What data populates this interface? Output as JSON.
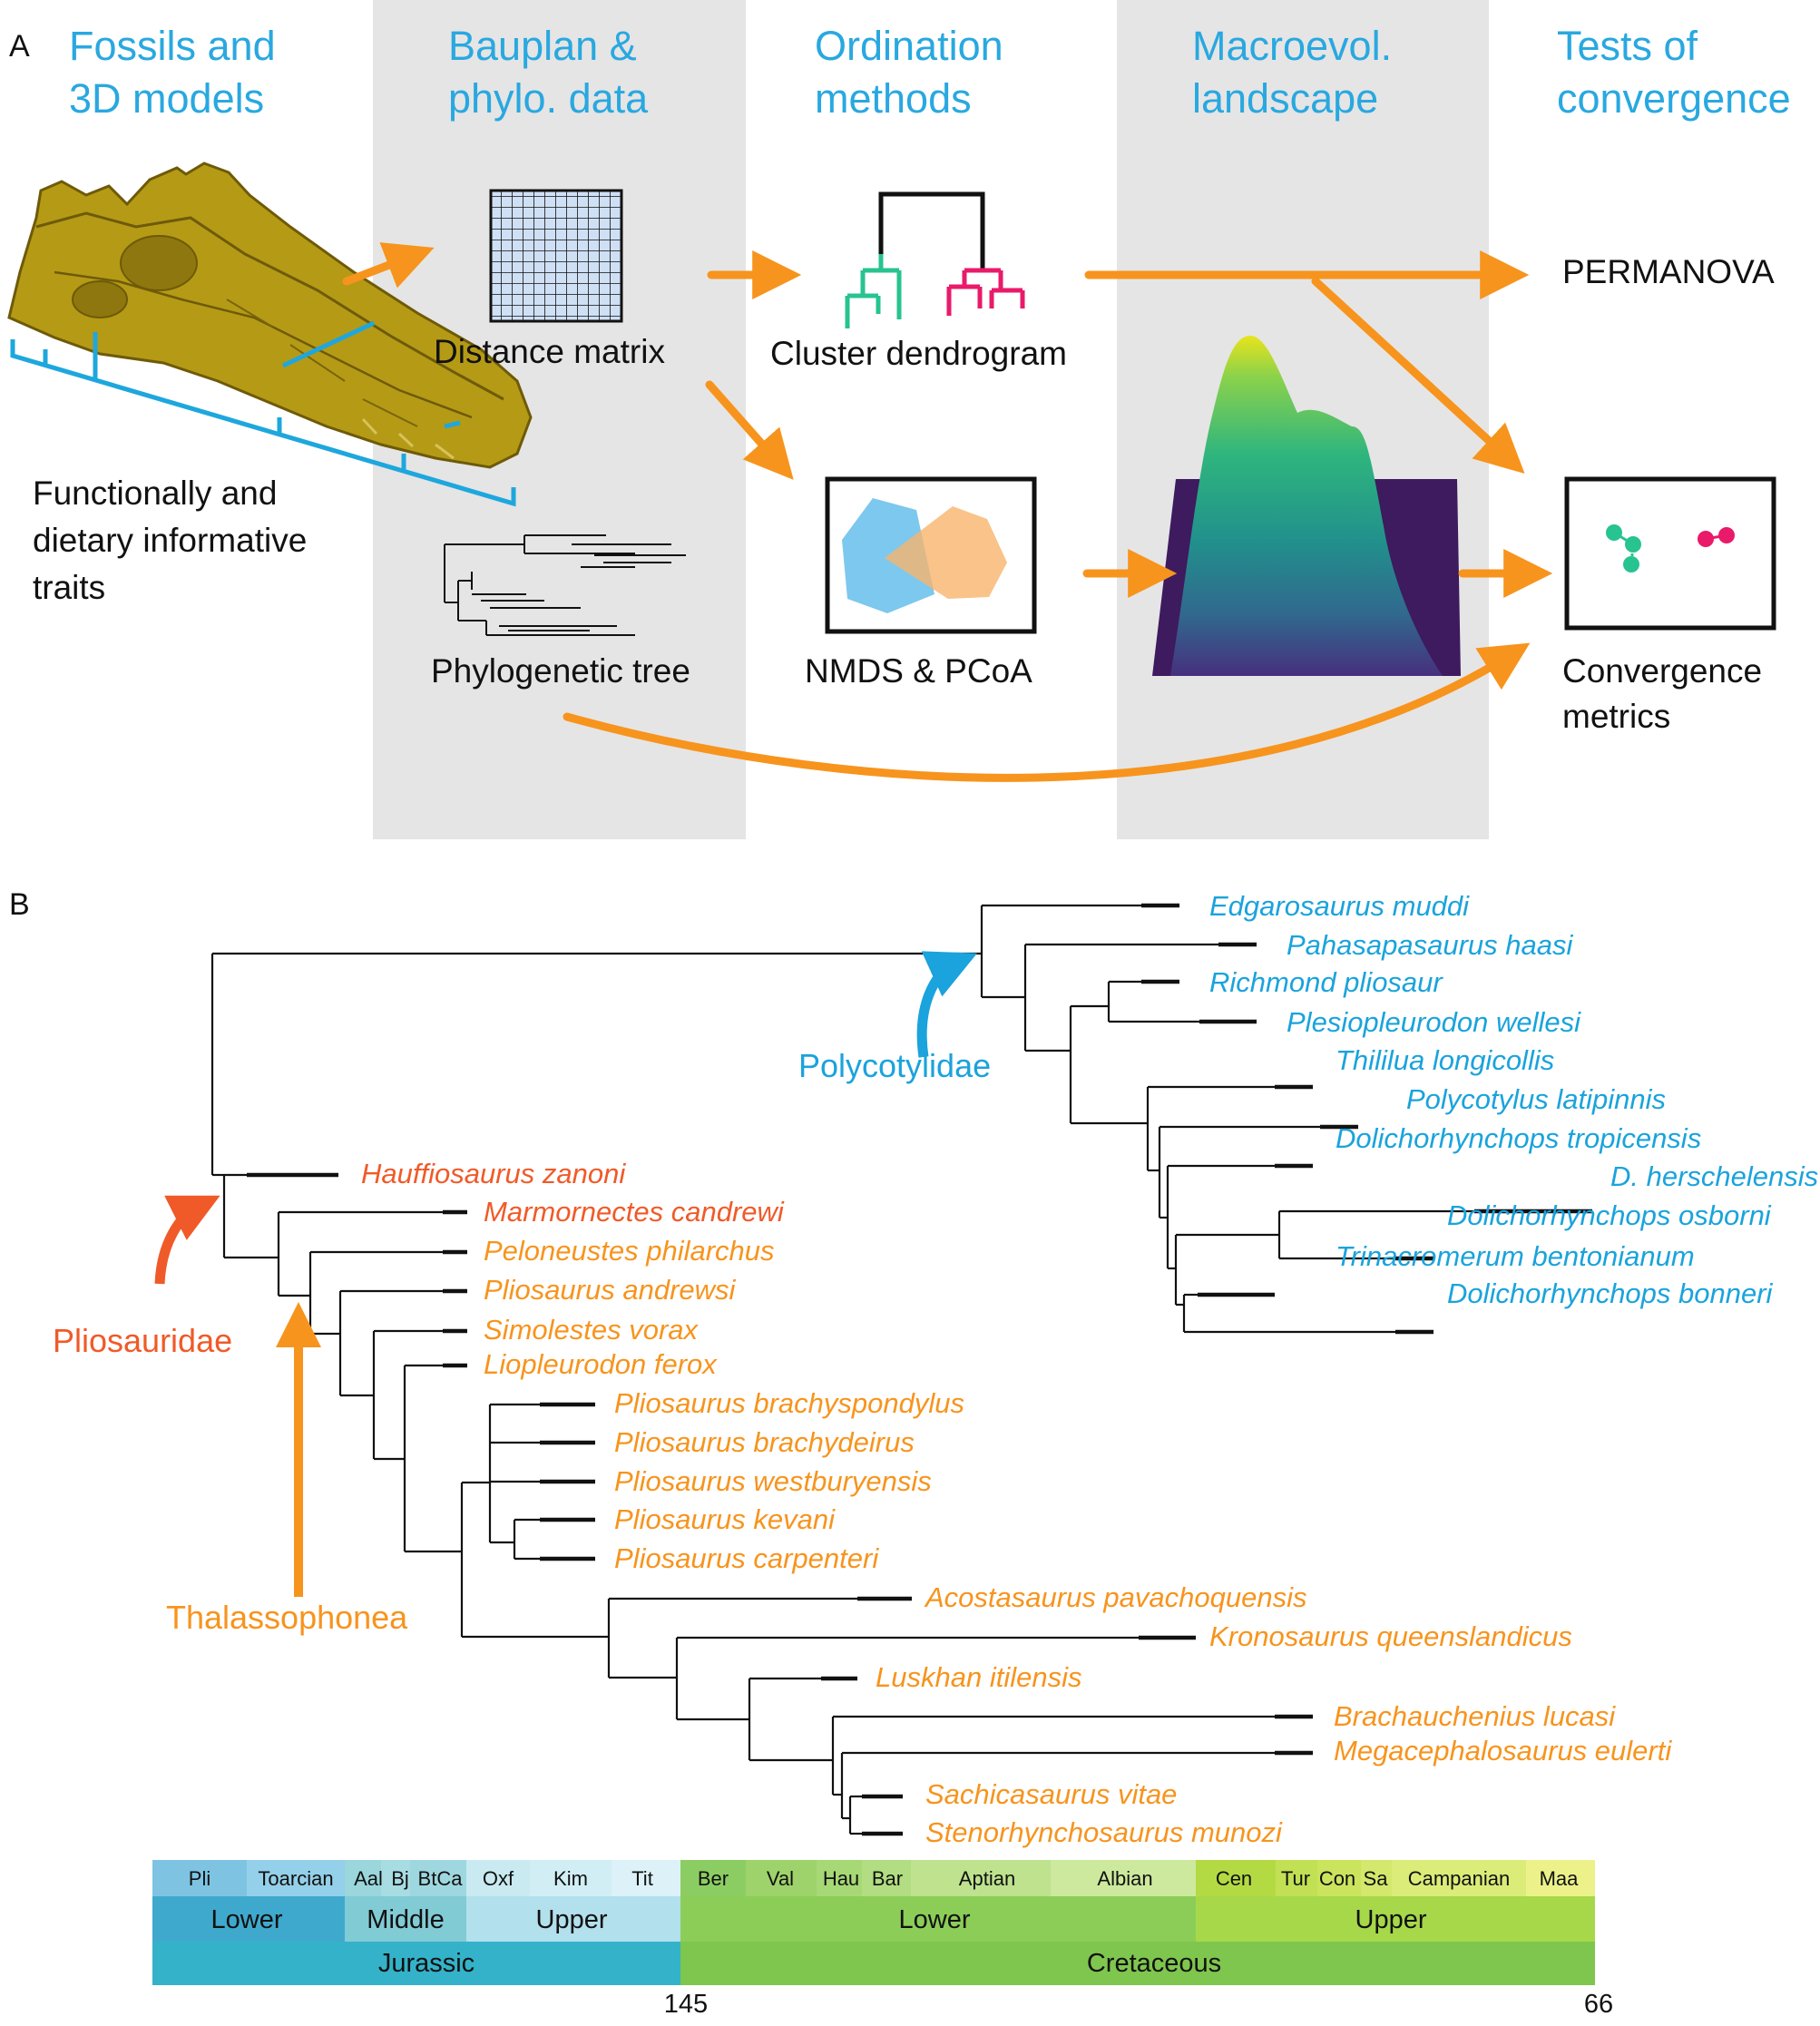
{
  "panel_a": {
    "label": "A",
    "columns": [
      {
        "line1": "Fossils and",
        "line2": "3D models"
      },
      {
        "line1": "Bauplan &",
        "line2": "phylo. data"
      },
      {
        "line1": "Ordination",
        "line2": "methods"
      },
      {
        "line1": "Macroevol.",
        "line2": "landscape"
      },
      {
        "line1": "Tests of",
        "line2": "convergence"
      }
    ],
    "traits_label": [
      "Functionally and",
      "dietary informative",
      "traits"
    ],
    "distance_matrix": "Distance matrix",
    "phylogenetic_tree": "Phylogenetic tree",
    "cluster_dendrogram": "Cluster dendrogram",
    "nmds_pcoa": "NMDS & PCoA",
    "permanova": "PERMANOVA",
    "convergence_metrics": [
      "Convergence",
      "metrics"
    ]
  },
  "panel_b": {
    "label": "B",
    "clades": {
      "polycotylidae": "Polycotylidae",
      "pliosauridae": "Pliosauridae",
      "thalassophonea": "Thalassophonea"
    },
    "taxa": {
      "t1": "Edgarosaurus muddi",
      "t2": "Pahasapasaurus haasi",
      "t3": "Richmond pliosaur",
      "t4": "Plesiopleurodon wellesi",
      "t5": "Thililua longicollis",
      "t6": "Polycotylus latipinnis",
      "t7": "Dolichorhynchops tropicensis",
      "t8": "D. herschelensis",
      "t9": "Dolichorhynchops osborni",
      "t10": "Trinacromerum bentonianum",
      "t11": "Dolichorhynchops bonneri",
      "t12": "Hauffiosaurus zanoni",
      "t13": "Marmornectes candrewi",
      "t14": "Peloneustes philarchus",
      "t15": "Pliosaurus andrewsi",
      "t16": "Simolestes vorax",
      "t17": "Liopleurodon ferox",
      "t18": "Pliosaurus brachyspondylus",
      "t19": "Pliosaurus brachydeirus",
      "t20": "Pliosaurus westburyensis",
      "t21": "Pliosaurus kevani",
      "t22": "Pliosaurus carpenteri",
      "t23": "Acostasaurus pavachoquensis",
      "t24": "Kronosaurus queenslandicus",
      "t25": "Luskhan itilensis",
      "t26": "Brachauchenius lucasi",
      "t27": "Megacephalosaurus eulerti",
      "t28": "Sachicasaurus vitae",
      "t29": "Stenorhynchosaurus munozi"
    },
    "timescale": {
      "stages": {
        "s1": "Pli",
        "s2": "Toarcian",
        "s3": "Aal",
        "s4": "Bj",
        "s5": "BtCa",
        "s6": "Oxf",
        "s7": "Kim",
        "s8": "Tit",
        "s9": "Ber",
        "s10": "Val",
        "s11": "Hau",
        "s12": "Bar",
        "s13": "Aptian",
        "s14": "Albian",
        "s15": "Cen",
        "s16": "Tur",
        "s17": "Con",
        "s18": "Sa",
        "s19": "Campanian",
        "s20": "Maa"
      },
      "epochs": {
        "e1": "Lower",
        "e2": "Middle",
        "e3": "Upper",
        "e4": "Lower",
        "e5": "Upper"
      },
      "periods": {
        "p1": "Jurassic",
        "p2": "Cretaceous"
      },
      "ticks": {
        "t145": "145",
        "t66": "66"
      }
    }
  }
}
